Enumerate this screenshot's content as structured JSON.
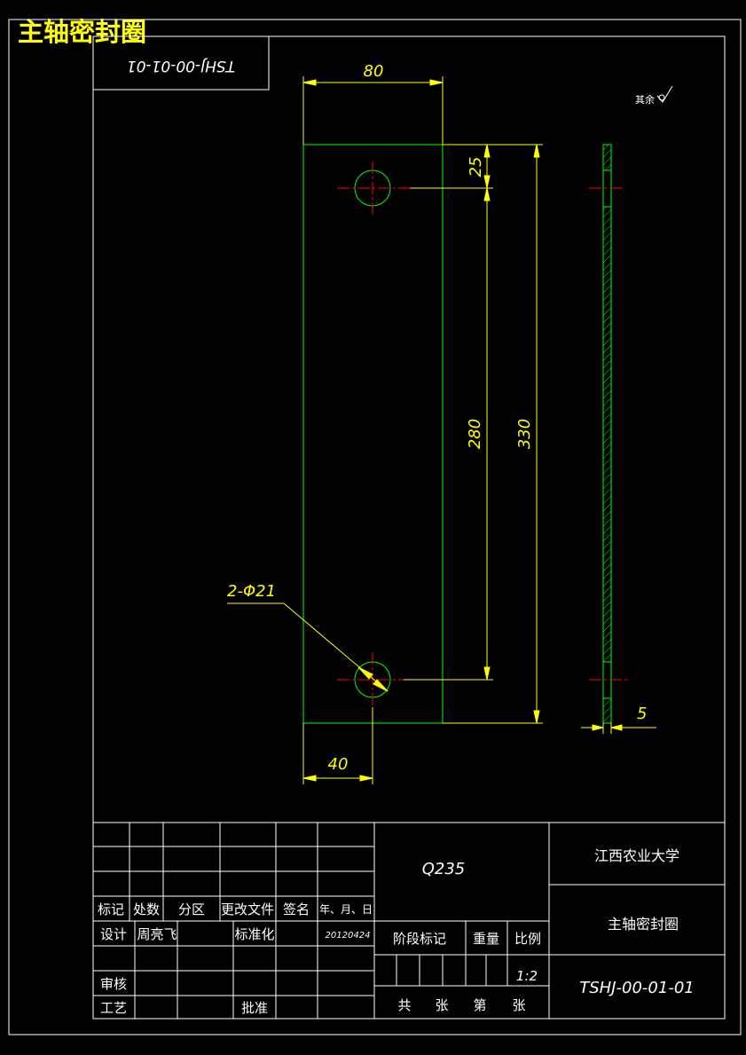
{
  "title": "主轴密封圈",
  "mirrored_code": "TSHJ-00-01-01",
  "roughness_note": "其余",
  "dimensions": {
    "width_top": "80",
    "hole_offset": "25",
    "hole_spacing": "280",
    "total_length": "330",
    "holes": "2-Φ21",
    "hole_x": "40",
    "thickness": "5"
  },
  "title_block": {
    "material": "Q235",
    "university": "江西农业大学",
    "part_name": "主轴密封圈",
    "drawing_no": "TSHJ-00-01-01",
    "headers": {
      "mark": "标记",
      "count": "处数",
      "zone": "分区",
      "change_doc": "更改文件",
      "signature": "签名",
      "date": "年、月、日"
    },
    "design_label": "设计",
    "designer": "周亮飞",
    "standardize_label": "标准化",
    "design_date": "20120424",
    "stage_label": "阶段标记",
    "weight_label": "重量",
    "scale_label": "比例",
    "scale": "1:2",
    "review_label": "审核",
    "process_label": "工艺",
    "approve_label": "批准",
    "sheets": {
      "total": "共",
      "sheet_unit": "张",
      "num": "第",
      "sheet_unit2": "张"
    }
  },
  "colors": {
    "background": "#000000",
    "frame": "#ffffff",
    "outline": "#00ff00",
    "dimension": "#ffff00",
    "center_line": "#ff0000",
    "title_text": "#ffff00"
  }
}
